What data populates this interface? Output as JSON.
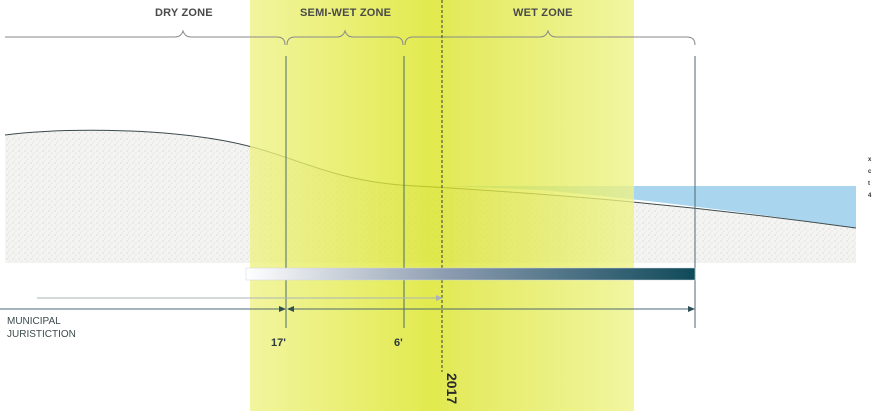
{
  "zones": {
    "dry": "DRY ZONE",
    "semi_wet": "SEMI-WET ZONE",
    "wet": "WET ZONE"
  },
  "dimensions": {
    "d17": "17'",
    "d6": "6'"
  },
  "jurisdiction": {
    "line1": "MUNICIPAL",
    "line2": "JURISTICTION"
  },
  "year": "2017",
  "edge_ticks": [
    "x",
    "c",
    "t",
    "4"
  ],
  "colors": {
    "zone_yellow": "#d6e21a",
    "water": "#a9d6ee",
    "sand": "#f3f3f1",
    "gradient_dark": "#0f4a5a",
    "line": "#4b6a70"
  }
}
